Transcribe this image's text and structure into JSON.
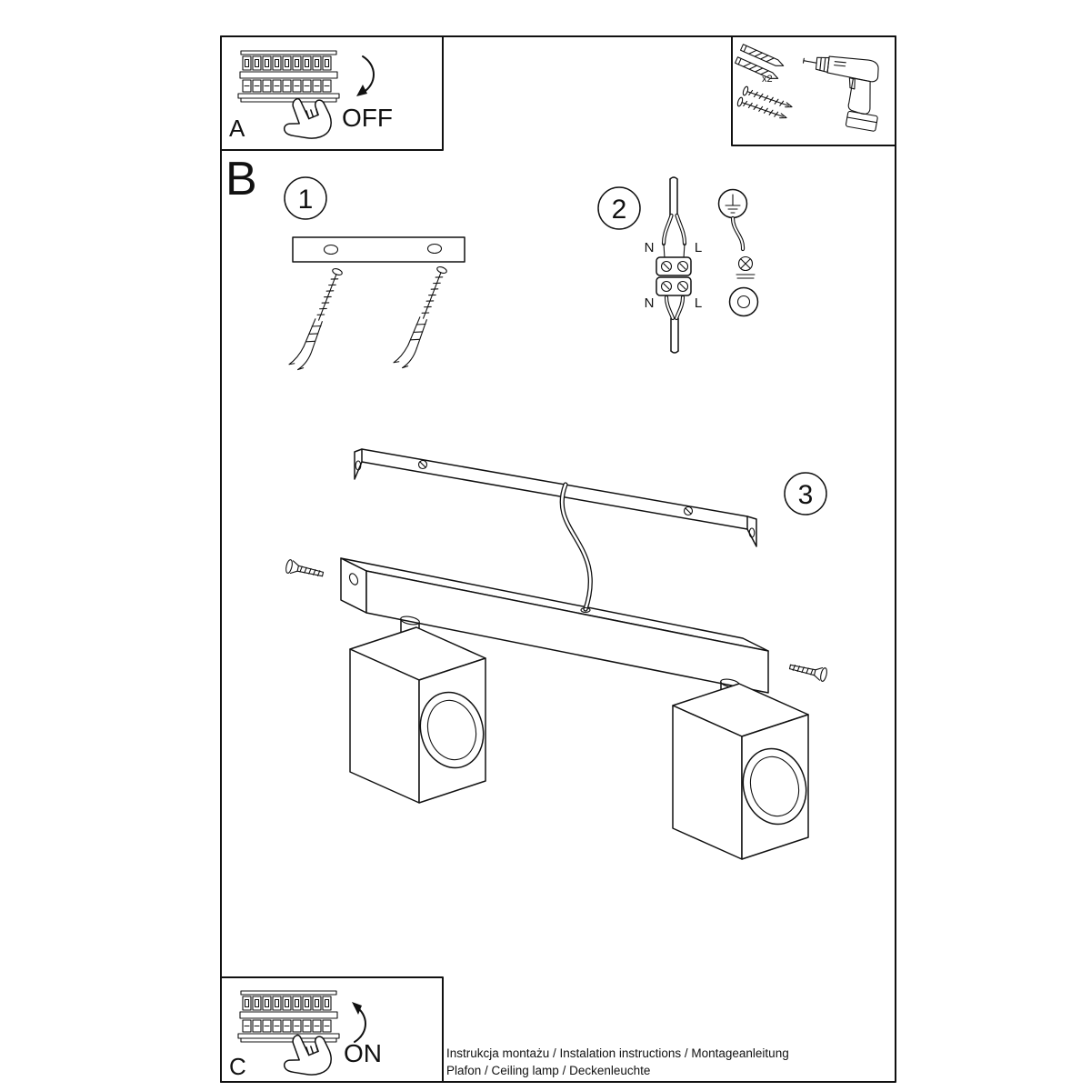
{
  "colors": {
    "ink": "#111111",
    "paper": "#ffffff"
  },
  "panels": {
    "a": {
      "label": "A",
      "switch_state": "OFF"
    },
    "b": {
      "label": "B"
    },
    "c": {
      "label": "C",
      "switch_state": "ON"
    }
  },
  "steps": {
    "step1": "1",
    "step2": "2",
    "step3": "3"
  },
  "wiring": {
    "top": {
      "n": "N",
      "l": "L"
    },
    "bottom": {
      "n": "N",
      "l": "L"
    }
  },
  "hardware": {
    "wall_plug_count": "x2"
  },
  "footer": {
    "line1": "Instrukcja montażu / Instalation instructions / Montageanleitung",
    "line2": "Plafon / Ceiling lamp / Deckenleuchte"
  }
}
